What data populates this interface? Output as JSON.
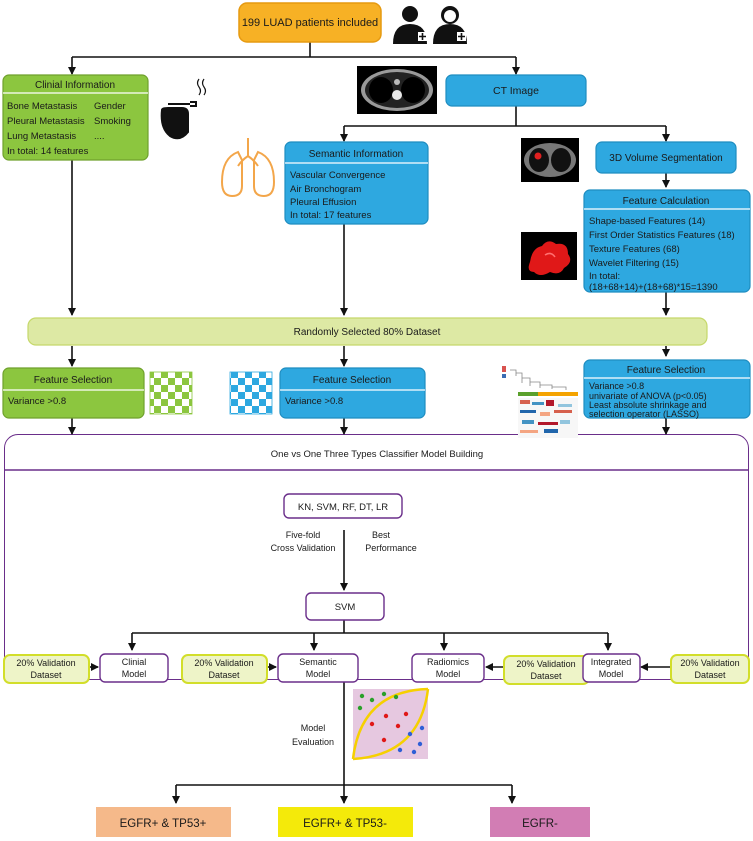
{
  "top": {
    "label": "199 LUAD patients included",
    "icon": "doctor-and-nurse-icons"
  },
  "clinical": {
    "title": "Clinial Information",
    "items_left": [
      "Bone Metastasis",
      "Pleural Metastasis",
      "Lung Metastasis",
      "In total: 14 features"
    ],
    "items_right": [
      "Gender",
      "Smoking",
      "...."
    ],
    "icon": "smoking-hand-icon"
  },
  "ct": {
    "label": "CT Image",
    "icon": "ct-scan-thumbnail"
  },
  "semantic": {
    "title": "Semantic Information",
    "items": [
      "Vascular Convergence",
      "Air Bronchogram",
      "Pleural Effusion",
      "In total: 17 features"
    ],
    "icon": "lungs-icon"
  },
  "segmentation": {
    "label": "3D Volume Segmentation",
    "icon": "segmented-ct-thumbnail"
  },
  "calculation": {
    "title": "Feature Calculation",
    "items": [
      "Shape-based Features (14)",
      "First Order Statistics Features (18)",
      "Texture Features (68)",
      "Wavelet Filtering (15)",
      "In total:",
      "(18+68+14)+(18+68)*15=1390"
    ],
    "icon": "tumor-3d-render"
  },
  "random": {
    "label": "Randomly Selected 80% Dataset"
  },
  "fs_clinical": {
    "title": "Feature Selection",
    "line": "Variance >0.8",
    "icon": "green-checker-icon"
  },
  "fs_semantic": {
    "title": "Feature Selection",
    "line": "Variance >0.8",
    "icon": "blue-checker-icon"
  },
  "fs_radiomics": {
    "title": "Feature Selection",
    "items": [
      "Variance >0.8",
      "univariate of ANOVA (p<0.05)",
      "Least absolute shrinkage and",
      "selection operator (LASSO)"
    ],
    "icon": "heatmap-thumbnail"
  },
  "model_building": {
    "title": "One vs One Three Types Classifier Model Building",
    "algorithms": "KN, SVM, RF, DT, LR",
    "left_note": [
      "Five-fold",
      "Cross Validation"
    ],
    "right_note": [
      "Best",
      "Performance"
    ],
    "selected": "SVM"
  },
  "models": {
    "validation": [
      "20% Validation",
      "Dataset"
    ],
    "clinical": [
      "Clinial",
      "Model"
    ],
    "semantic": [
      "Semantic",
      "Model"
    ],
    "radiomics": [
      "Radiomics",
      "Model"
    ],
    "integrated": [
      "Integrated",
      "Model"
    ]
  },
  "evaluation": {
    "label": [
      "Model",
      "Evaluation"
    ],
    "icon": "classification-scatter-icon"
  },
  "outcomes": [
    {
      "label": "EGFR+ & TP53+",
      "color": "#f5b98a"
    },
    {
      "label": "EGFR+ & TP53-",
      "color": "#f4ea0a"
    },
    {
      "label": "EGFR-",
      "color": "#d27db4"
    }
  ],
  "colors": {
    "orange": "#f7b125",
    "green": "#8cc63f",
    "blue": "#2ea8e0",
    "lightgreen": "#dde9a4",
    "purple": "#6a2e8a"
  }
}
